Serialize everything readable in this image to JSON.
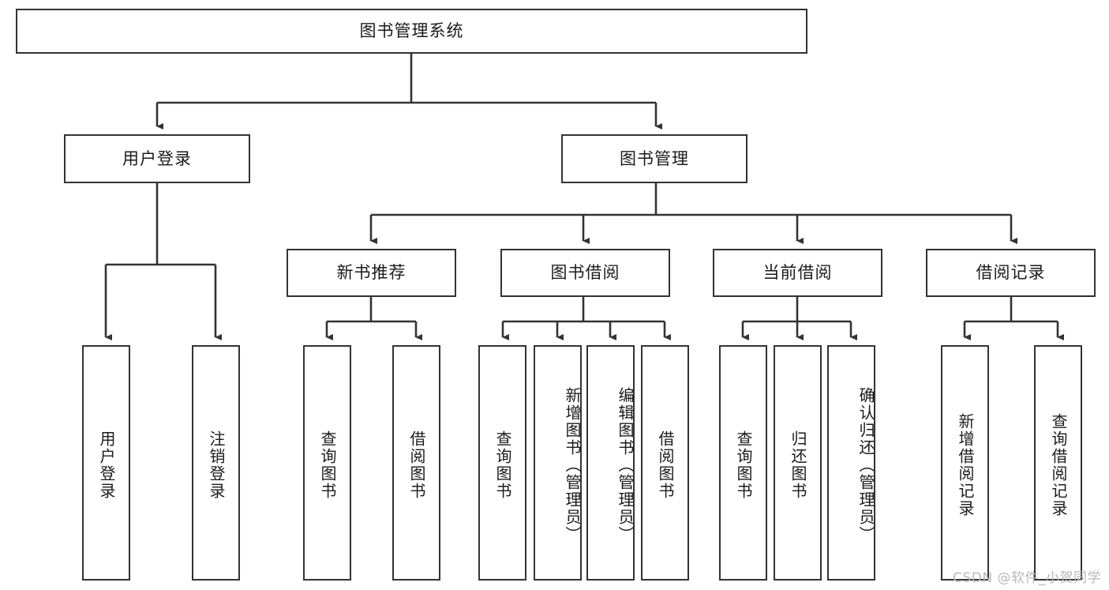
{
  "diagram": {
    "title": "图书管理系统",
    "type": "functional-structure-tree",
    "orientation": "top-down",
    "theme": {
      "background": "#ffffff",
      "node_fill": "#ffffff",
      "node_stroke": "#333333",
      "text_color": "#1b1b1b",
      "edge_color": "#333333",
      "watermark_color": "#b9b9b9"
    }
  },
  "root": {
    "id": "root",
    "label": "图书管理系统"
  },
  "level2": [
    {
      "id": "user-login",
      "label": "用户登录"
    },
    {
      "id": "book-manage",
      "label": "图书管理"
    }
  ],
  "level3": [
    {
      "id": "new-book-rec",
      "label": "新书推荐",
      "parent": "book-manage"
    },
    {
      "id": "book-borrow",
      "label": "图书借阅",
      "parent": "book-manage"
    },
    {
      "id": "current-borrow",
      "label": "当前借阅",
      "parent": "book-manage"
    },
    {
      "id": "borrow-record",
      "label": "借阅记录",
      "parent": "book-manage"
    }
  ],
  "leaves": {
    "user_login": [
      {
        "id": "leaf-user-login",
        "label": "用户登录"
      },
      {
        "id": "leaf-logout",
        "label": "注销登录"
      }
    ],
    "new_book_rec": [
      {
        "id": "leaf-query-book-1",
        "label": "查询图书"
      },
      {
        "id": "leaf-borrow-book-1",
        "label": "借阅图书"
      }
    ],
    "book_borrow": [
      {
        "id": "leaf-query-book-2",
        "label": "查询图书"
      },
      {
        "id": "leaf-add-book",
        "label": "新增图书（管理员）"
      },
      {
        "id": "leaf-edit-book",
        "label": "编辑图书（管理员）"
      },
      {
        "id": "leaf-borrow-book-2",
        "label": "借阅图书"
      }
    ],
    "current_borrow": [
      {
        "id": "leaf-query-book-3",
        "label": "查询图书"
      },
      {
        "id": "leaf-return-book",
        "label": "归还图书"
      },
      {
        "id": "leaf-confirm-return",
        "label": "确认归还（管理员）"
      }
    ],
    "borrow_record": [
      {
        "id": "leaf-add-record",
        "label": "新增借阅记录"
      },
      {
        "id": "leaf-query-record",
        "label": "查询借阅记录"
      }
    ]
  },
  "watermark": {
    "text": "CSDN @软件_小贺同学"
  }
}
